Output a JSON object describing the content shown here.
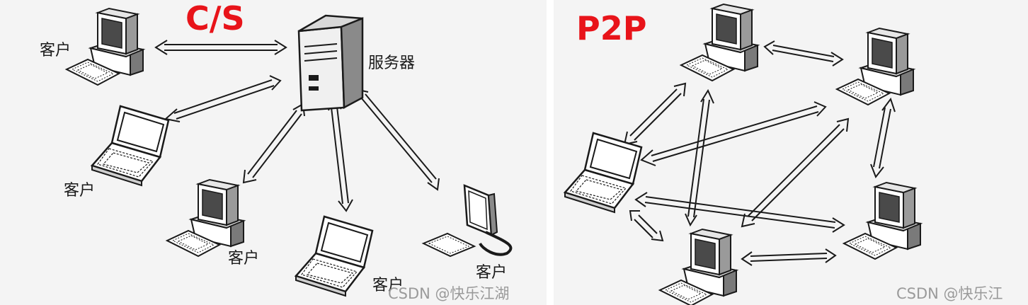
{
  "left_panel": {
    "title": "C/S",
    "server_label": "服务器",
    "client_labels": [
      "客户",
      "客户",
      "客户",
      "客户",
      "客户"
    ],
    "watermark": "CSDN @快乐江湖"
  },
  "right_panel": {
    "title": "P2P",
    "watermark": "CSDN @快乐江"
  },
  "colors": {
    "title": "#e8141a",
    "line": "#1a1a1a",
    "panel_bg": "#f4f4f4",
    "divider": "#d0d0d0"
  }
}
